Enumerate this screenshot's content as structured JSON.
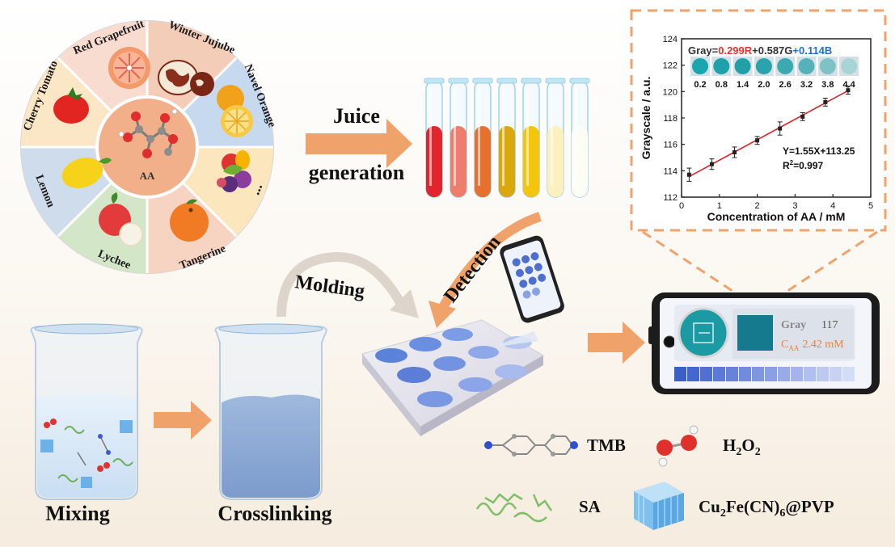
{
  "wheel": {
    "center_label": "AA",
    "segments": [
      "Red Grapefruit",
      "Winter Jujube",
      "Navel Orange",
      "...",
      "Tangerine",
      "Lychee",
      "Lemon",
      "Cherry Tomato"
    ]
  },
  "labels": {
    "juice": "Juice",
    "generation": "generation",
    "molding": "Molding",
    "detection": "Detection",
    "mixing": "Mixing",
    "crosslinking": "Crosslinking"
  },
  "legend": {
    "tmb": "TMB",
    "h2o2_base": "H",
    "h2o2_sub1": "2",
    "h2o2_mid": "O",
    "h2o2_sub2": "2",
    "sa": "SA",
    "cu_a": "Cu",
    "cu_sub1": "2",
    "cu_b": "Fe(CN)",
    "cu_sub2": "6",
    "cu_c": "@PVP"
  },
  "phone": {
    "gray_label": "Gray",
    "gray_value": "117",
    "caa_label": "C",
    "caa_sub": "AA",
    "caa_value": "2.42 mM"
  },
  "colors": {
    "tubes": [
      "#e0262c",
      "#ee7d6e",
      "#e8702e",
      "#d9a80c",
      "#f3c60a",
      "#fbf0be",
      "#fdfdf6"
    ],
    "accent_orange": "#f0a26b",
    "red_fit": "#d7272b",
    "dot_cyan": "#1c9aa3"
  },
  "formula": {
    "prefix": "Gray=",
    "r": "0.299R",
    "g": "+0.587G",
    "b": "+0.114B",
    "r_color": "#e6332a",
    "g_color": "#333333",
    "b_color": "#1f6fd1"
  },
  "chart_data": {
    "type": "scatter",
    "x": [
      0.2,
      0.8,
      1.4,
      2.0,
      2.6,
      3.2,
      3.8,
      4.4
    ],
    "y": [
      113.7,
      114.5,
      115.4,
      116.3,
      117.2,
      118.1,
      119.2,
      120.1
    ],
    "error": [
      0.5,
      0.4,
      0.4,
      0.3,
      0.5,
      0.3,
      0.3,
      0.3
    ],
    "fit": {
      "slope": 1.55,
      "intercept": 113.25
    },
    "equation": "Y=1.55X+113.25",
    "r2_label": "R",
    "r2_sup": "2",
    "r2_value": "=0.997",
    "xlabel": "Concentration of AA / mM",
    "ylabel": "Grayscale / a.u.",
    "xlim": [
      0,
      5
    ],
    "ylim": [
      112,
      124
    ],
    "xticks": [
      "0",
      "1",
      "2",
      "3",
      "4",
      "5"
    ],
    "yticks": [
      "112",
      "114",
      "116",
      "118",
      "120",
      "122",
      "124"
    ],
    "inset_labels": [
      "0.2",
      "0.8",
      "1.4",
      "2.0",
      "2.6",
      "3.2",
      "3.8",
      "4.4"
    ]
  }
}
